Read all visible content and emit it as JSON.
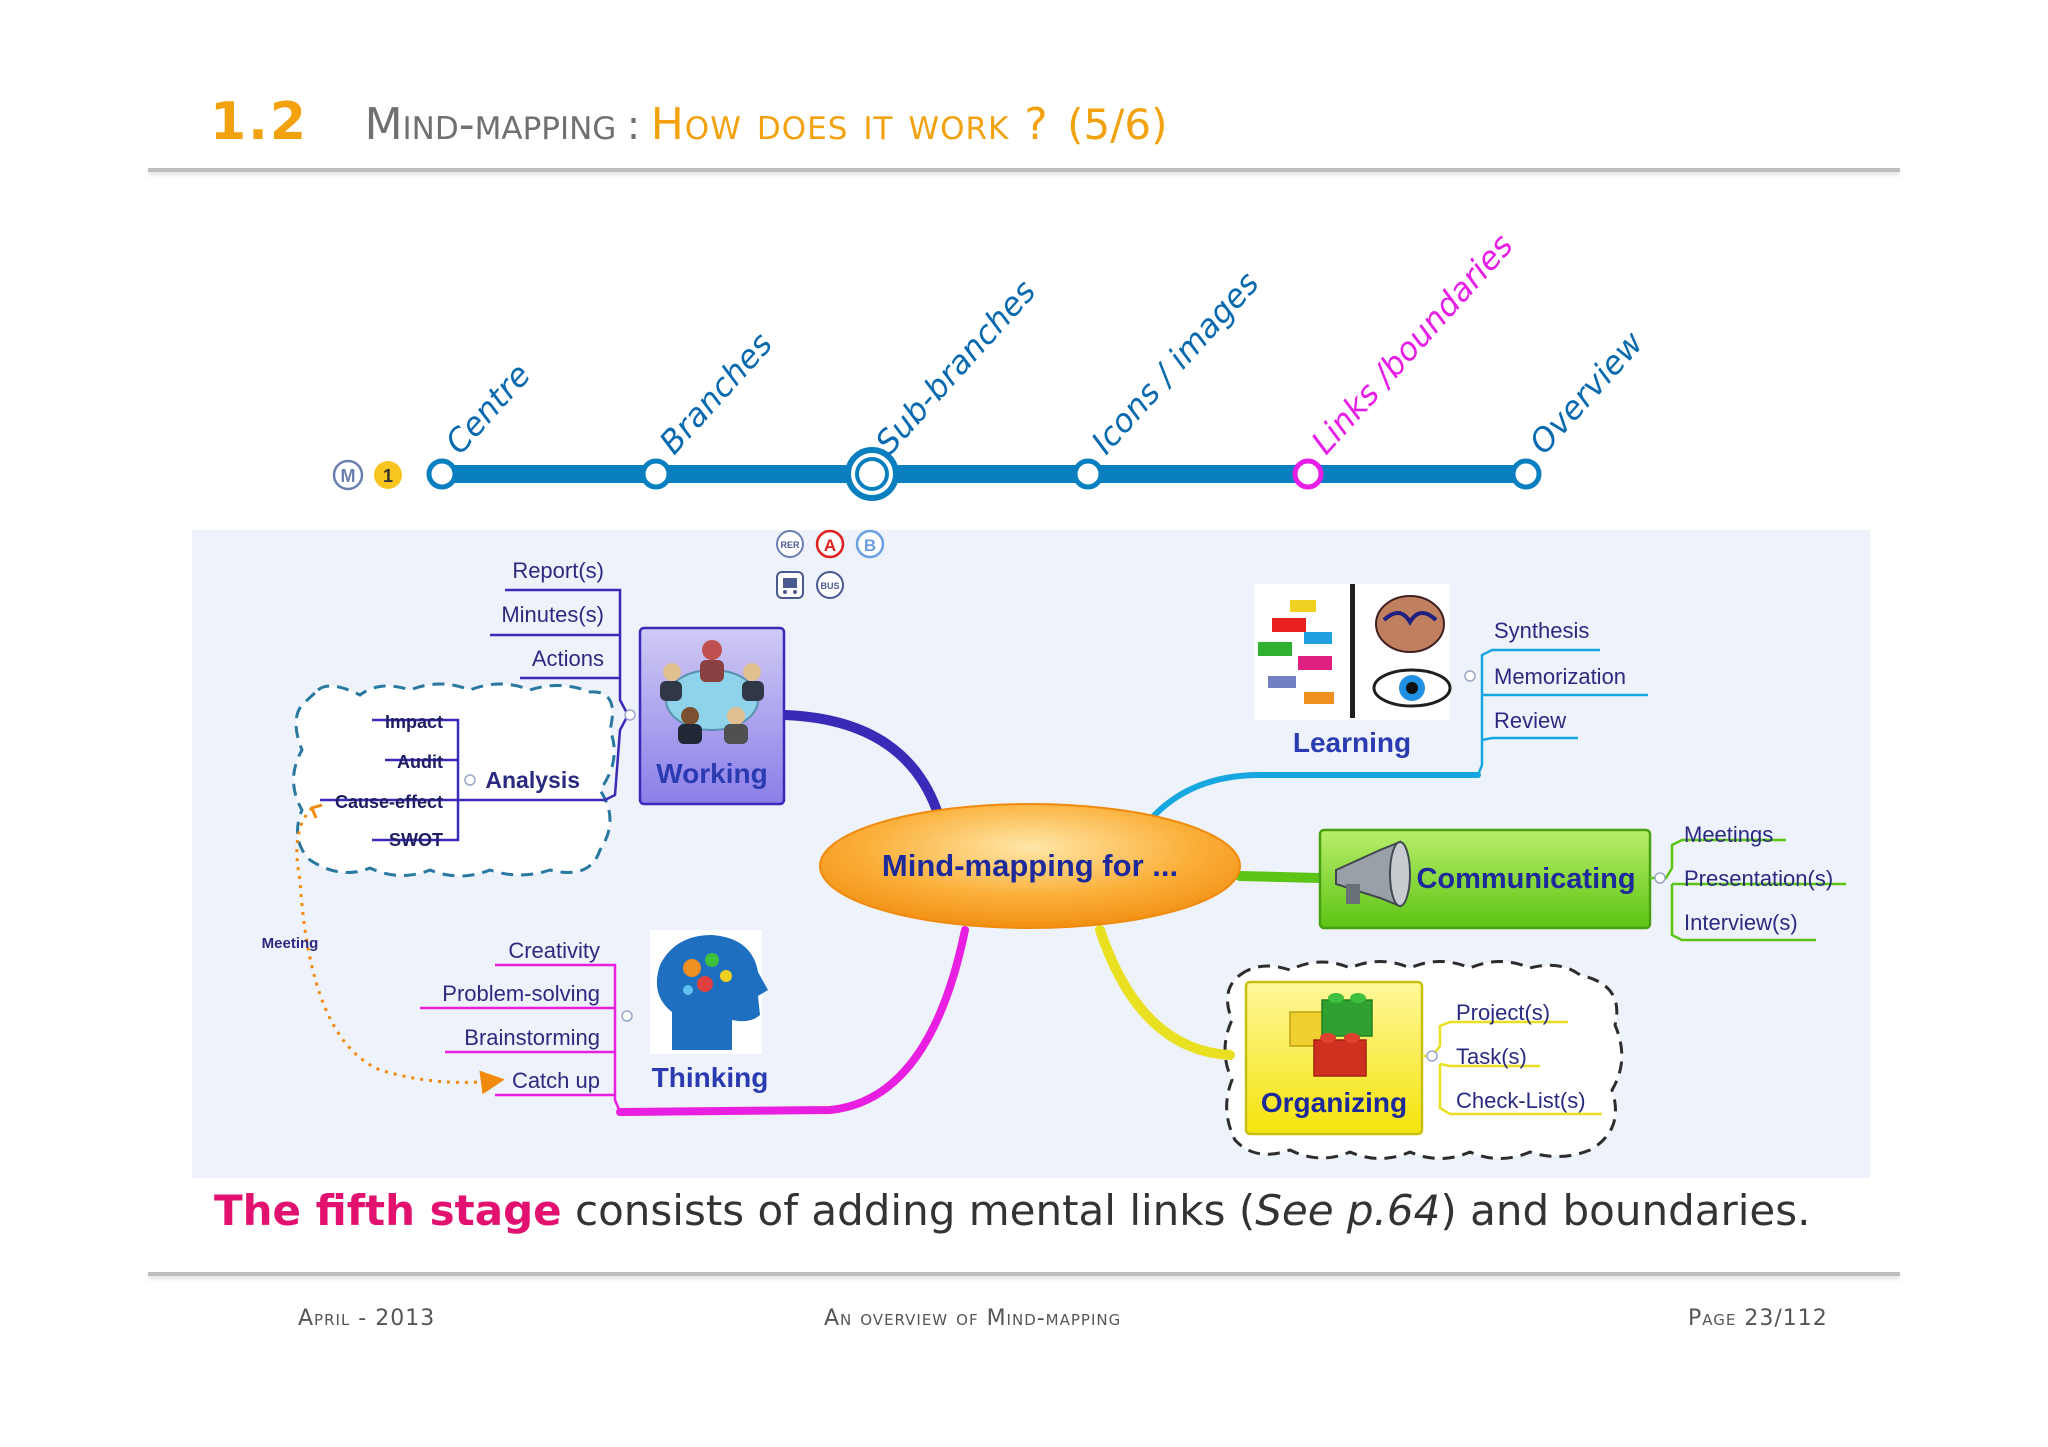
{
  "header": {
    "section_number": "1.2",
    "title_main": "Mind-mapping",
    "title_separator": ":",
    "title_accent": "How does it work ?",
    "page_fraction": "(5/6)"
  },
  "stages": {
    "line_icons": [
      "M",
      "1"
    ],
    "labels": [
      "Centre",
      "Branches",
      "Sub-branches",
      "Icons / images",
      "Links /boundaries",
      "Overview"
    ],
    "current_index": 4,
    "active_color": "#e61ee6",
    "line_color": "#0a7fc0",
    "label_color": "#0a6ab0",
    "transfer_icons": [
      "RER",
      "A",
      "B",
      "train",
      "BUS"
    ]
  },
  "mindmap": {
    "center": "Mind-mapping for ...",
    "branches": {
      "working": {
        "label": "Working",
        "color": "#3a2ab8",
        "items": [
          "Report(s)",
          "Minutes(s)",
          "Actions"
        ],
        "analysis": {
          "label": "Analysis",
          "items": [
            "Impact",
            "Audit",
            "Cause-effect",
            "SWOT"
          ]
        }
      },
      "thinking": {
        "label": "Thinking",
        "color": "#e81ee0",
        "items": [
          "Creativity",
          "Problem-solving",
          "Brainstorming",
          "Catch up"
        ]
      },
      "learning": {
        "label": "Learning",
        "color": "#16a6e0",
        "items": [
          "Synthesis",
          "Memorization",
          "Review"
        ]
      },
      "communicating": {
        "label": "Communicating",
        "color": "#5cc414",
        "items": [
          "Meetings",
          "Presentation(s)",
          "Interview(s)"
        ]
      },
      "organizing": {
        "label": "Organizing",
        "color": "#e8e020",
        "items": [
          "Project(s)",
          "Task(s)",
          "Check-List(s)"
        ]
      }
    },
    "link_label": "Meeting"
  },
  "caption": {
    "highlight": "The fifth stage",
    "text_before": " consists of adding mental links (",
    "italic": "See p.64",
    "text_after": ") and boundaries."
  },
  "footer": {
    "left": "April - 2013",
    "center": "An overview of Mind-mapping",
    "right": "Page 23/112"
  }
}
